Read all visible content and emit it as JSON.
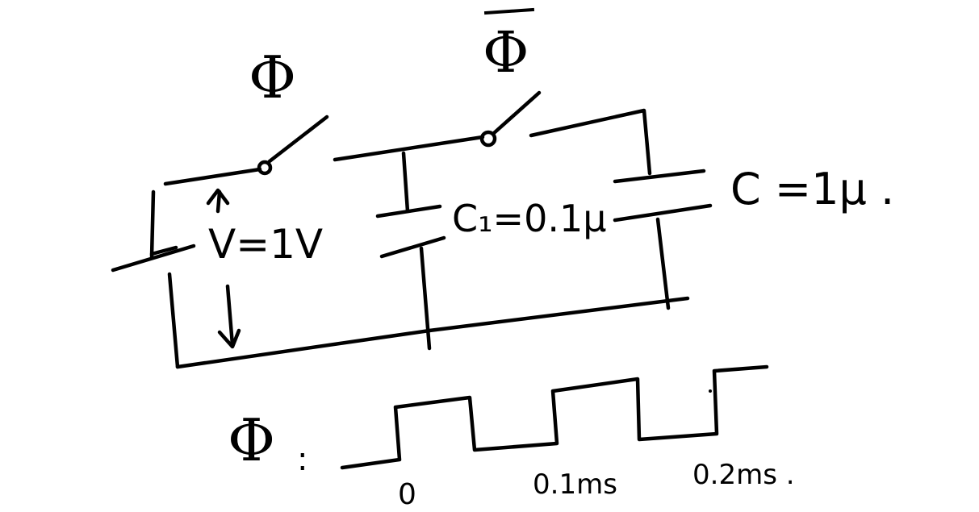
{
  "labels": {
    "phi_switch": "Φ",
    "phibar_switch": "Φ",
    "voltage": "V=1V",
    "c1": "C₁=0.1μ",
    "c": "C =1μ .",
    "clock_name": "Φ",
    "clock_colon": ":",
    "t0": "0",
    "t1": "0.1ms",
    "t2": "0.2ms ."
  },
  "colors": {
    "ink": "#000000",
    "background": "#ffffff"
  }
}
